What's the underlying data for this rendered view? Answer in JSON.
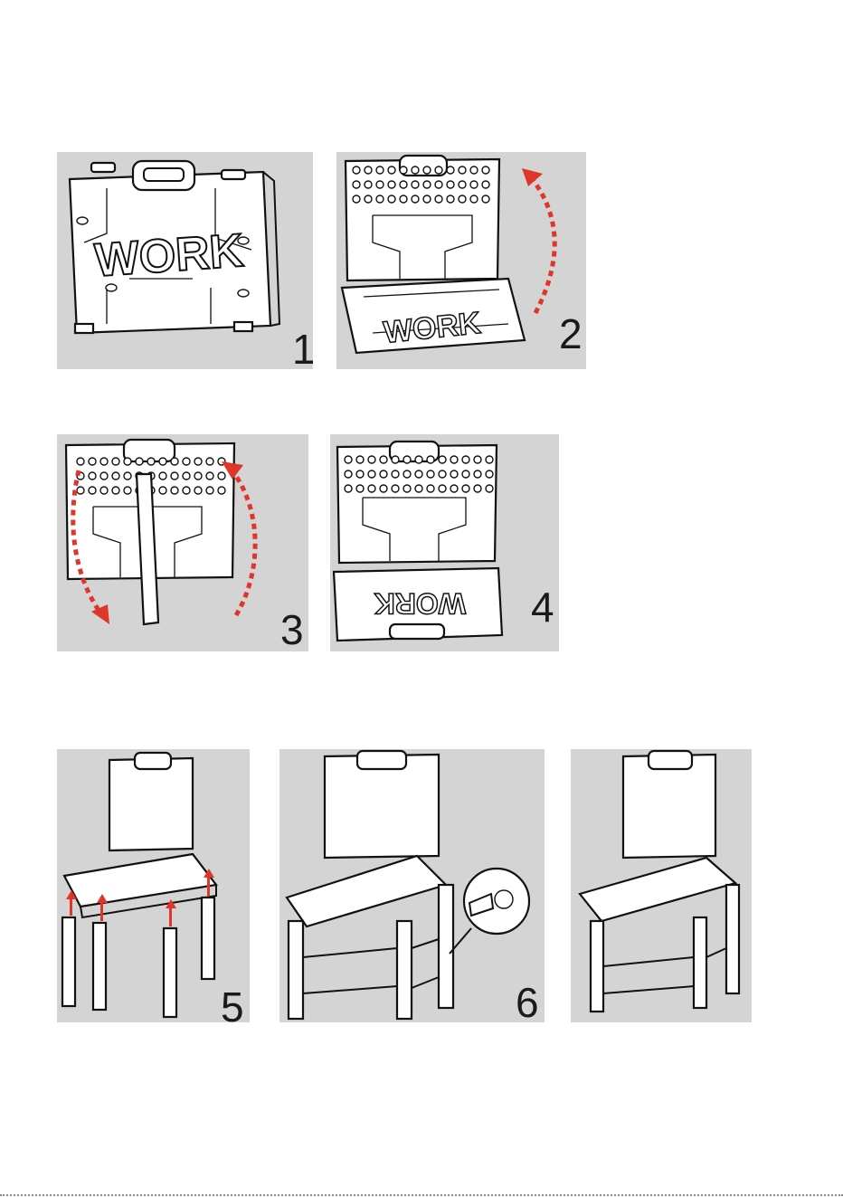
{
  "steps": [
    {
      "number": "1"
    },
    {
      "number": "2"
    },
    {
      "number": "3"
    },
    {
      "number": "4"
    },
    {
      "number": "5"
    },
    {
      "number": "6"
    }
  ],
  "logo_text": "WORK",
  "colors": {
    "panel_background": "#d4d4d4",
    "arrow": "#e0352b",
    "outline": "#111111"
  }
}
